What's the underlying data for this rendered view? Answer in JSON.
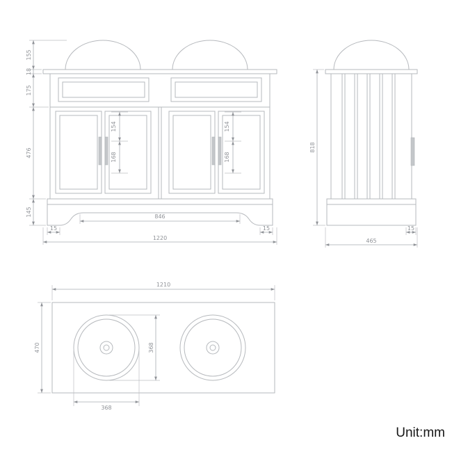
{
  "unit_label": "Unit:mm",
  "front_view": {
    "basin_height": "155",
    "countertop_thickness": "18",
    "top_rail_height": "175",
    "door_height": "476",
    "plinth_height": "145",
    "handle_top_offset": "154",
    "handle_span": "168",
    "plinth_inner_span": "846",
    "left_foot_width": "15",
    "right_foot_width": "15",
    "overall_width": "1220"
  },
  "side_view": {
    "overall_height": "818",
    "foot_width": "15",
    "overall_depth": "465"
  },
  "top_view": {
    "countertop_width": "1210",
    "countertop_depth": "470",
    "basin_width": "368",
    "basin_depth": "368"
  }
}
